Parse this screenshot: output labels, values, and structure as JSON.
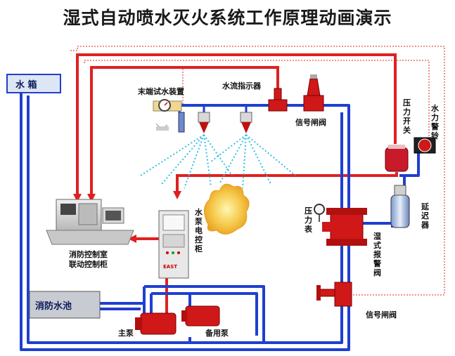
{
  "title": "湿式自动喷水灭火系统工作原理动画演示",
  "labels": {
    "water_tank": "水 箱",
    "end_test_device": "末端试水装置",
    "flow_indicator": "水流指示器",
    "signal_valve_top": "信号闸阀",
    "pressure_switch": "压力开关",
    "water_alarm_bell": "水力警铃",
    "delay_chamber": "延迟器",
    "pump_control_cabinet": "水泵电控柜",
    "pressure_gauge": "压力表",
    "wet_alarm_valve": "湿式报警阀",
    "control_room_line1": "消防控制室",
    "control_room_line2": "联动控制柜",
    "fire_pool": "消防水池",
    "main_pump": "主泵",
    "standby_pump": "备用泵",
    "signal_valve_bottom": "信号闸阀",
    "cabinet_brand": "EAST"
  },
  "colors": {
    "water_pipe": "#1f3fd0",
    "signal_line": "#e02020",
    "dotted_line": "#e02020",
    "spray": "#35c0e0",
    "equipment": "#d01818",
    "tank_fill": "#dde6f5"
  }
}
